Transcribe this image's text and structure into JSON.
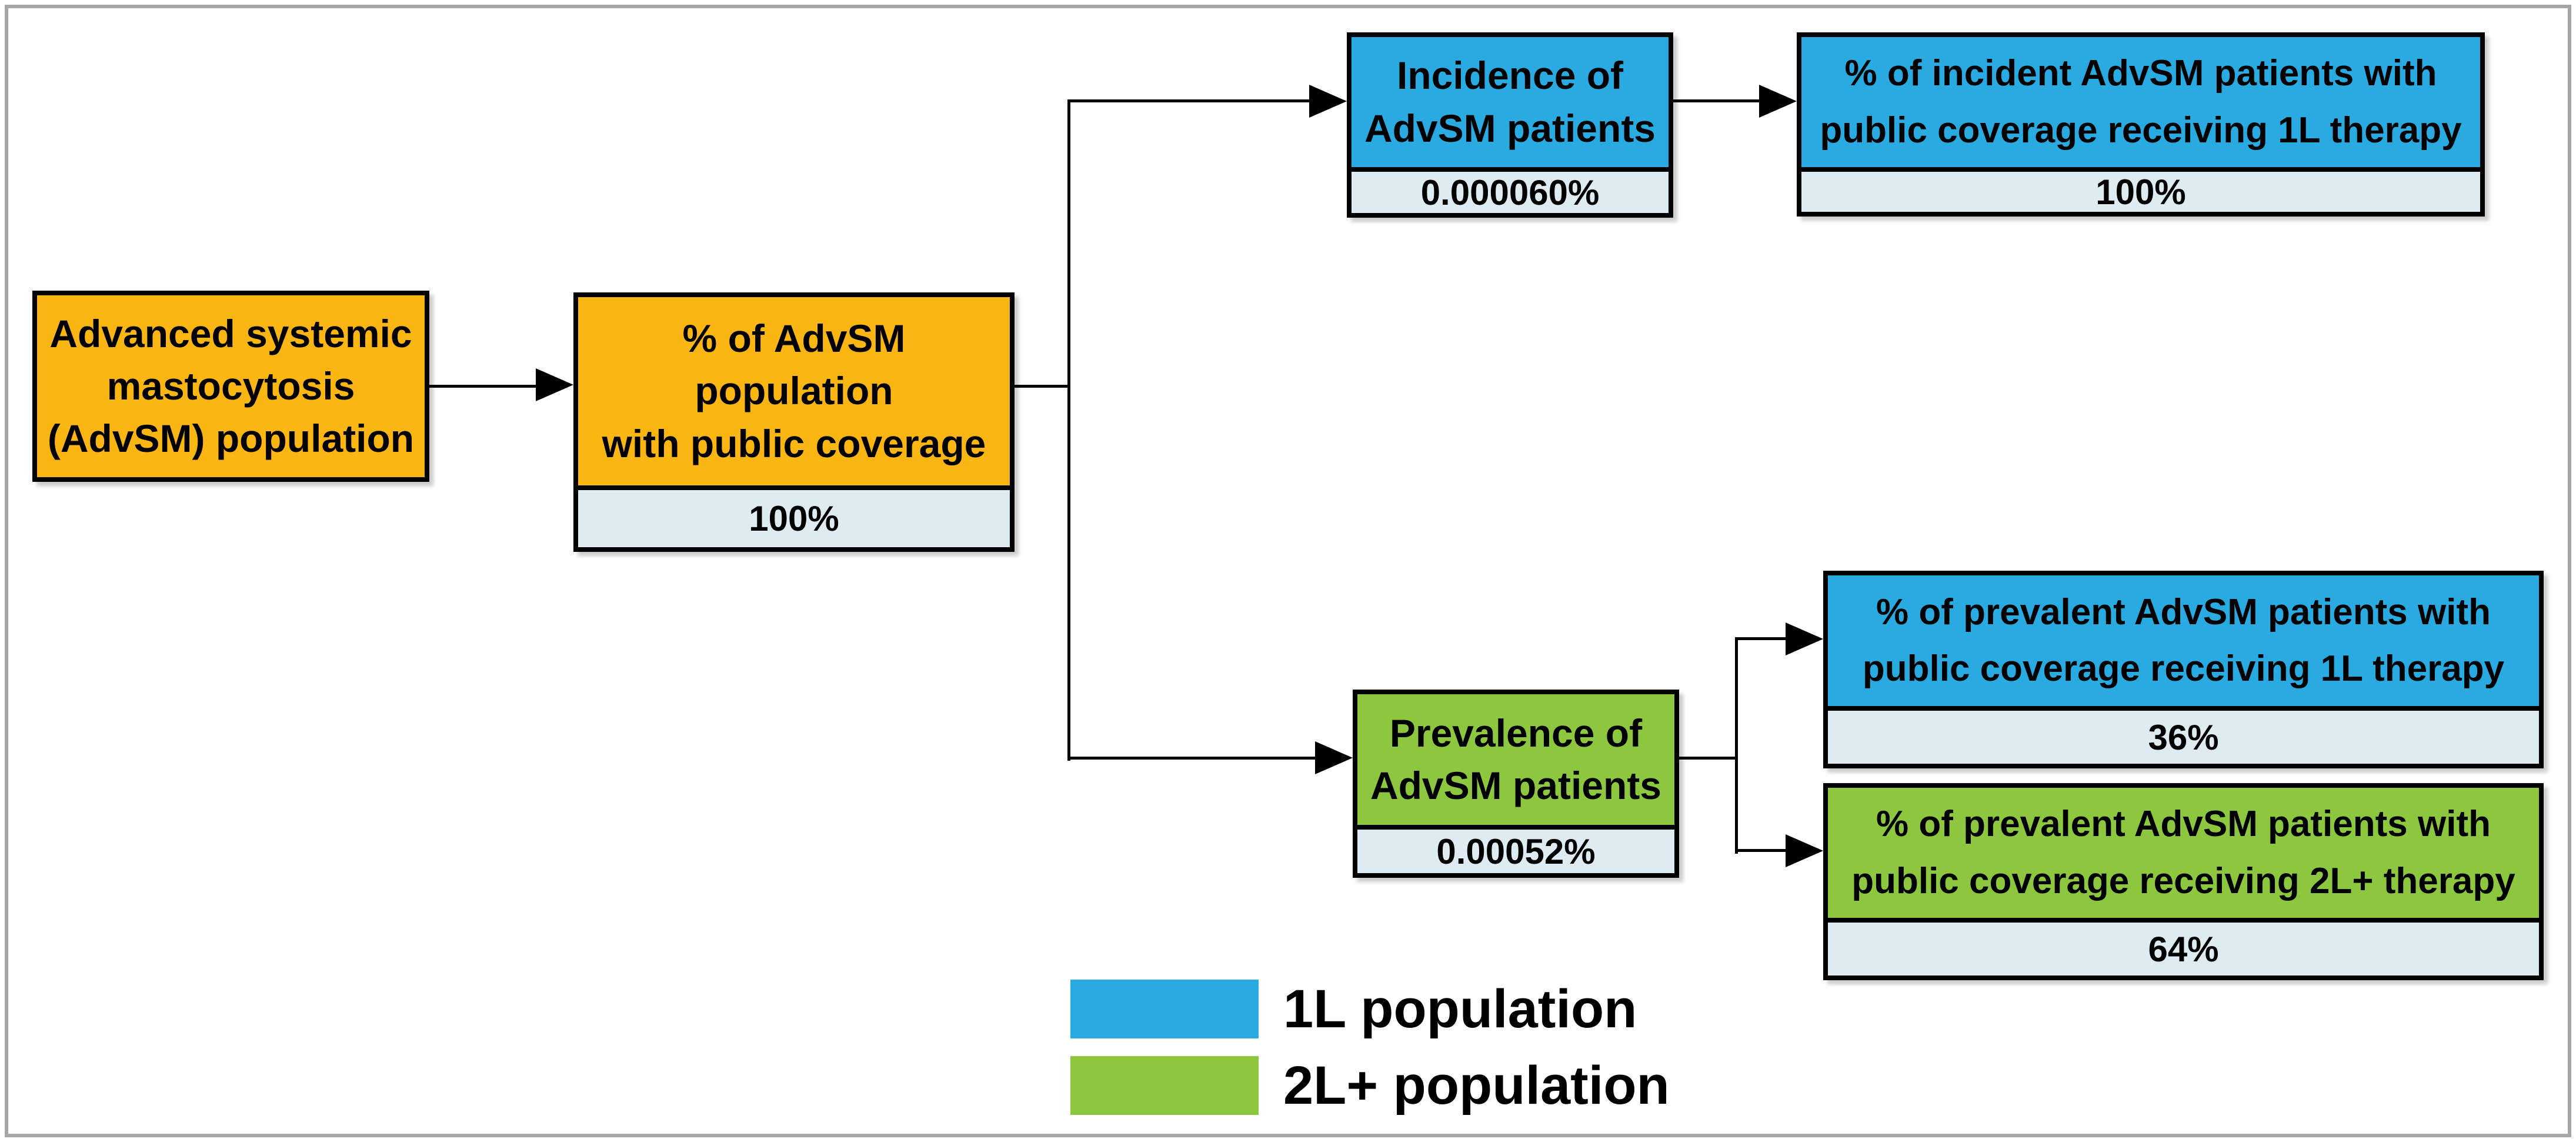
{
  "colors": {
    "orange": "#FCB613",
    "blue_1l": "#29ABE2",
    "green_2l": "#8DC63F",
    "value_strip": "#DEEBF2",
    "line": "#000000",
    "frame": "#A6A6A6"
  },
  "boxes": {
    "advsm_population": {
      "label": "Advanced systemic\nmastocytosis\n(AdvSM) population"
    },
    "public_coverage": {
      "label": "% of AdvSM\npopulation\nwith public coverage",
      "value": "100%"
    },
    "incidence": {
      "label": "Incidence of\nAdvSM patients",
      "value": "0.000060%"
    },
    "incident_1l": {
      "label": "% of incident AdvSM patients with\npublic coverage receiving 1L therapy",
      "value": "100%"
    },
    "prevalence": {
      "label": "Prevalence of\nAdvSM patients",
      "value": "0.00052%"
    },
    "prevalent_1l": {
      "label": "% of prevalent AdvSM patients with\npublic coverage receiving 1L therapy",
      "value": "36%"
    },
    "prevalent_2l": {
      "label": "% of prevalent AdvSM patients with\npublic coverage receiving 2L+ therapy",
      "value": "64%"
    }
  },
  "legend": {
    "items": [
      {
        "label": "1L population",
        "color": "#29ABE2"
      },
      {
        "label": "2L+ population",
        "color": "#8DC63F"
      }
    ]
  }
}
